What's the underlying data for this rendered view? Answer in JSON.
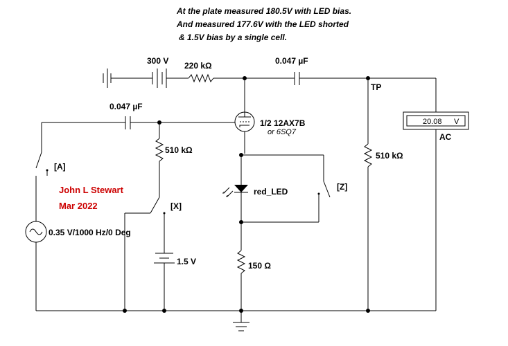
{
  "notes": {
    "line1": "At the plate measured 180.5V with LED bias.",
    "line2": "And measured 177.6V with the LED shorted",
    "line3": " & 1.5V bias by a single cell."
  },
  "components": {
    "battery_hv": "300 V",
    "plate_resistor": "220 kΩ",
    "coupling_cap_out": "0.047 µF",
    "coupling_cap_in": "0.047 µF",
    "tube": "1/2 12AX7B",
    "tube_alt": "or 6SQ7",
    "grid_resistor": "510 kΩ",
    "load_resistor": "510 kΩ",
    "led": "red_LED",
    "cathode_resistor": "150 Ω",
    "bias_cell": "1.5 V",
    "source": "0.35 V/1000 Hz/0 Deg"
  },
  "switches": {
    "a": "[A]",
    "x": "[X]",
    "z": "[Z]"
  },
  "test_point": "TP",
  "meter": {
    "value": "20.08",
    "unit": "V",
    "mode": "AC"
  },
  "author": {
    "name": "John L Stewart",
    "date": "Mar 2022"
  }
}
